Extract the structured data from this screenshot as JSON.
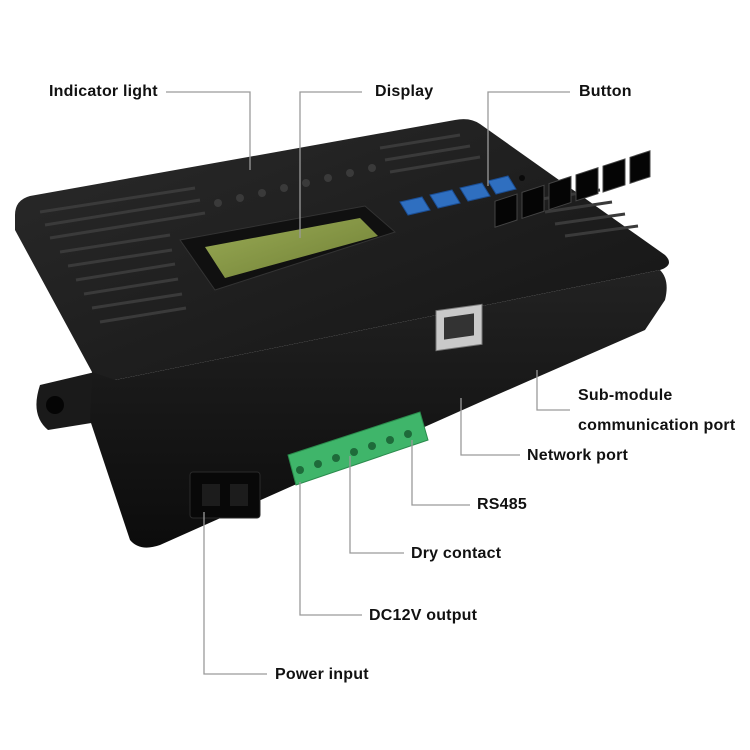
{
  "labels": {
    "indicator_light": "Indicator light",
    "display": "Display",
    "button": "Button",
    "sub_module_line1": "Sub-module",
    "sub_module_line2": "communication port",
    "network_port": "Network port",
    "rs485": "RS485",
    "dry_contact": "Dry contact",
    "dc12v_output": "DC12V output",
    "power_input": "Power input"
  },
  "colors": {
    "device_body": "#1c1c1c",
    "lcd": "#8a9a4a",
    "buttons": "#2f6fc0",
    "terminal_block": "#3fb56a",
    "leader_line": "#9a9a9a"
  }
}
